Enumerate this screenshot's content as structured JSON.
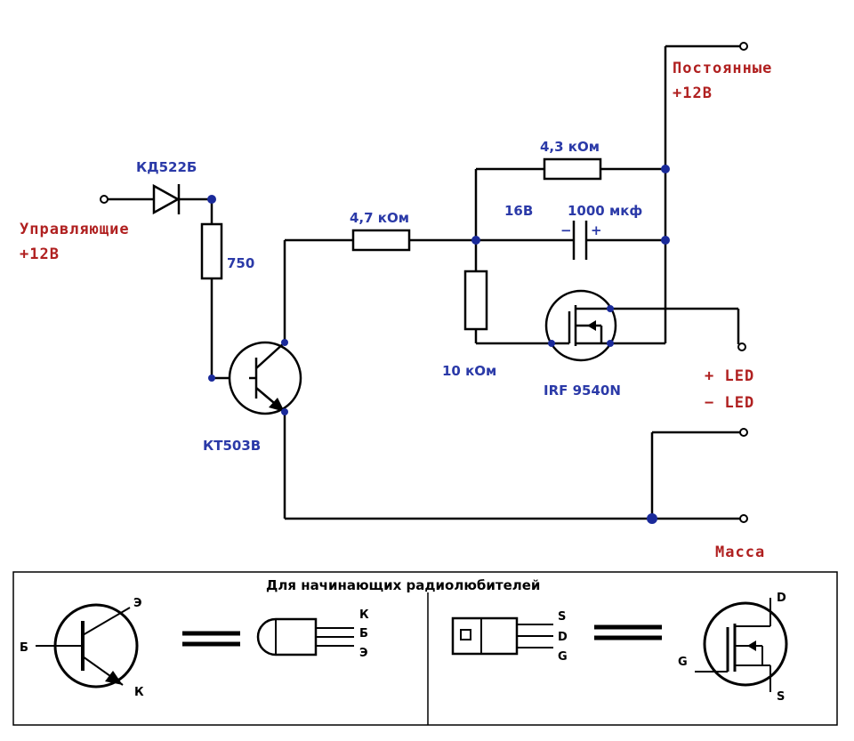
{
  "components": {
    "diode": "КД522Б",
    "r_base": "750",
    "r_series": "4,7 кОм",
    "r_feedback": "4,3 кОм",
    "r_gate": "10 кОм",
    "cap_voltage": "16В",
    "cap_value": "1000 мкф",
    "cap_minus": "−",
    "cap_plus": "+",
    "transistor": "КТ503В",
    "mosfet": "IRF 9540N"
  },
  "terminals": {
    "control_line1": "Управляющие",
    "control_line2": "+12В",
    "constant_line1": "Постоянные",
    "constant_line2": "+12В",
    "led_plus": "+  LED",
    "led_minus": "−  LED",
    "ground": "Масса"
  },
  "legend": {
    "title": "Для начинающих радиолюбителей",
    "bjt_emitter": "Э",
    "bjt_base": "Б",
    "bjt_collector": "К",
    "to92_k": "К",
    "to92_b": "Б",
    "to92_e": "Э",
    "to220_s": "S",
    "to220_d": "D",
    "to220_g": "G",
    "mos_d": "D",
    "mos_g": "G",
    "mos_s": "S"
  },
  "colors": {
    "component_label": "#2b3aa8",
    "terminal_label": "#b02020",
    "node_dot": "#1a2a9a"
  }
}
